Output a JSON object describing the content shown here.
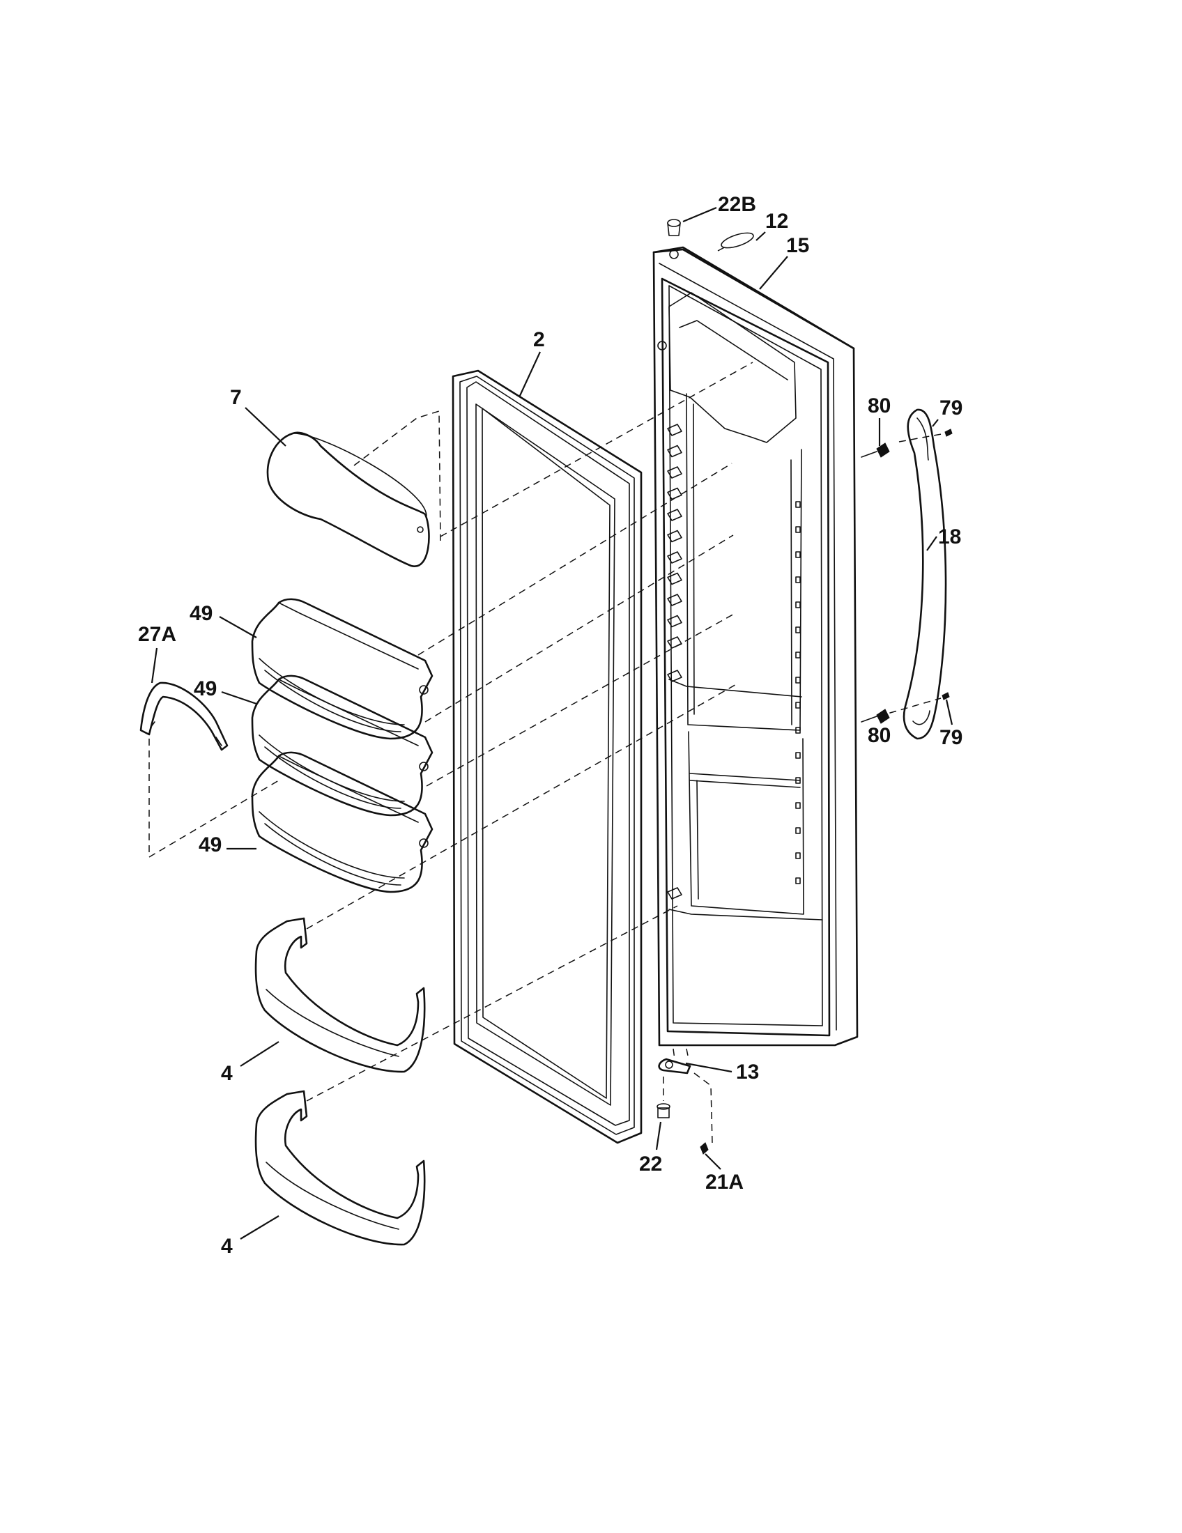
{
  "callouts": [
    {
      "id": "c-22b",
      "text": "22B"
    },
    {
      "id": "c-12",
      "text": "12"
    },
    {
      "id": "c-15",
      "text": "15"
    },
    {
      "id": "c-2",
      "text": "2"
    },
    {
      "id": "c-7",
      "text": "7"
    },
    {
      "id": "c-80-top",
      "text": "80"
    },
    {
      "id": "c-79-top",
      "text": "79"
    },
    {
      "id": "c-18",
      "text": "18"
    },
    {
      "id": "c-49-a",
      "text": "49"
    },
    {
      "id": "c-27a",
      "text": "27A"
    },
    {
      "id": "c-49-b",
      "text": "49"
    },
    {
      "id": "c-80-bot",
      "text": "80"
    },
    {
      "id": "c-79-bot",
      "text": "79"
    },
    {
      "id": "c-49-c",
      "text": "49"
    },
    {
      "id": "c-4-a",
      "text": "4"
    },
    {
      "id": "c-13",
      "text": "13"
    },
    {
      "id": "c-22",
      "text": "22"
    },
    {
      "id": "c-21a",
      "text": "21A"
    },
    {
      "id": "c-4-b",
      "text": "4"
    }
  ]
}
